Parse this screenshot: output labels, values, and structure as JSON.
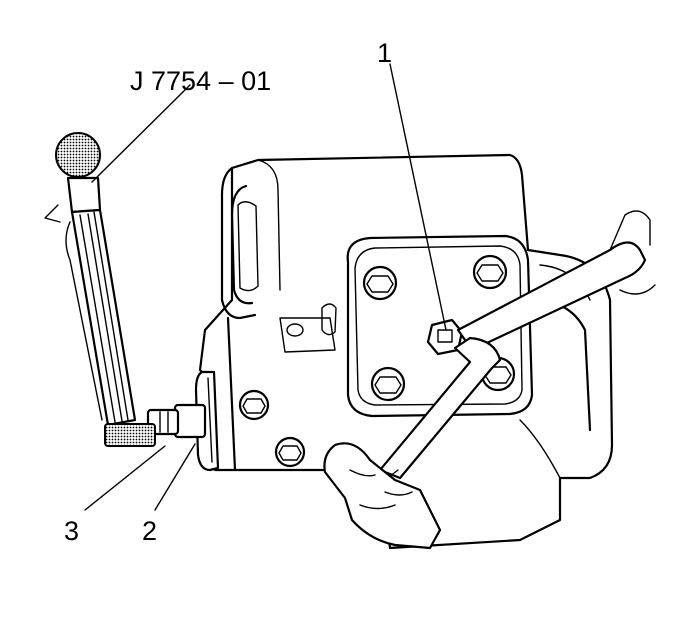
{
  "callouts": {
    "tool_id": "J 7754 – 01",
    "item1": "1",
    "item2": "2",
    "item3": "3"
  },
  "colors": {
    "ink": "#000000",
    "background": "#ffffff"
  }
}
